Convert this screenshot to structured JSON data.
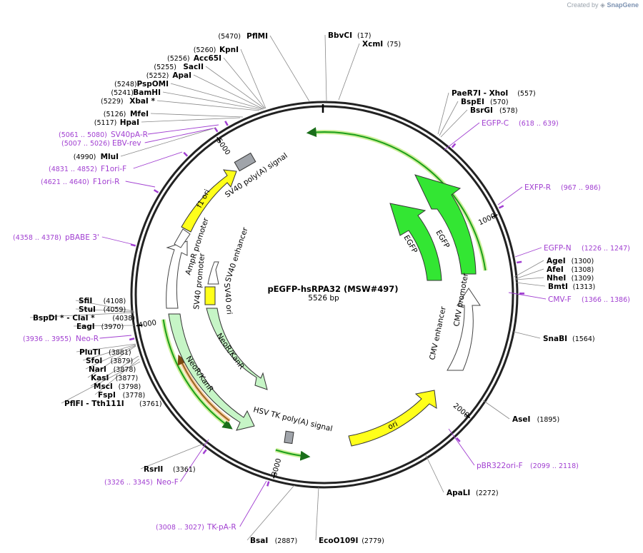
{
  "credit": {
    "prefix": "Created by",
    "brand": "SnapGene",
    "logo_icon": "snapgene-logo-icon"
  },
  "plasmid": {
    "name": "pEGFP-hsRPA32 (MSW#497)",
    "length": "5526 bp",
    "total_bp": 5526
  },
  "ticks": [
    {
      "bp": 1000,
      "label": "1000"
    },
    {
      "bp": 2000,
      "label": "2000"
    },
    {
      "bp": 3000,
      "label": "3000"
    },
    {
      "bp": 4000,
      "label": "4000"
    },
    {
      "bp": 5000,
      "label": "5000"
    }
  ],
  "enzymes": [
    {
      "name": "PflMI",
      "pos": "(5470)",
      "bp": 5470
    },
    {
      "name": "BbvCI",
      "pos": "(17)",
      "bp": 17
    },
    {
      "name": "XcmI",
      "pos": "(75)",
      "bp": 75
    },
    {
      "name": "KpnI",
      "pos": "(5260)",
      "bp": 5260
    },
    {
      "name": "Acc65I",
      "pos": "(5256)",
      "bp": 5256
    },
    {
      "name": "SacII",
      "pos": "(5255)",
      "bp": 5255
    },
    {
      "name": "ApaI",
      "pos": "(5252)",
      "bp": 5252
    },
    {
      "name": "PspOMI",
      "pos": "(5248)",
      "bp": 5248
    },
    {
      "name": "BamHI",
      "pos": "(5241)",
      "bp": 5241
    },
    {
      "name": "XbaI *",
      "pos": "(5229)",
      "bp": 5229
    },
    {
      "name": "MfeI",
      "pos": "(5126)",
      "bp": 5126
    },
    {
      "name": "HpaI",
      "pos": "(5117)",
      "bp": 5117
    },
    {
      "name": "MluI",
      "pos": "(4990)",
      "bp": 4990
    },
    {
      "name": "PaeR7I - XhoI",
      "pos": "(557)",
      "bp": 557
    },
    {
      "name": "BspEI",
      "pos": "(570)",
      "bp": 570
    },
    {
      "name": "BsrGI",
      "pos": "(578)",
      "bp": 578
    },
    {
      "name": "AgeI",
      "pos": "(1300)",
      "bp": 1300
    },
    {
      "name": "AfeI",
      "pos": "(1308)",
      "bp": 1308
    },
    {
      "name": "NheI",
      "pos": "(1309)",
      "bp": 1309
    },
    {
      "name": "BmtI",
      "pos": "(1313)",
      "bp": 1313
    },
    {
      "name": "SnaBI",
      "pos": "(1564)",
      "bp": 1564
    },
    {
      "name": "AseI",
      "pos": "(1895)",
      "bp": 1895
    },
    {
      "name": "ApaLI",
      "pos": "(2272)",
      "bp": 2272
    },
    {
      "name": "EcoO109I",
      "pos": "(2779)",
      "bp": 2779
    },
    {
      "name": "BsaI",
      "pos": "(2887)",
      "bp": 2887
    },
    {
      "name": "RsrII",
      "pos": "(3361)",
      "bp": 3361
    },
    {
      "name": "SfiI",
      "pos": "(4108)",
      "bp": 4108
    },
    {
      "name": "StuI",
      "pos": "(4059)",
      "bp": 4059
    },
    {
      "name": "BspDI * - ClaI *",
      "pos": "(4038)",
      "bp": 4038
    },
    {
      "name": "EagI",
      "pos": "(3970)",
      "bp": 3970
    },
    {
      "name": "PluTI",
      "pos": "(3881)",
      "bp": 3881
    },
    {
      "name": "SfoI",
      "pos": "(3879)",
      "bp": 3879
    },
    {
      "name": "NarI",
      "pos": "(3878)",
      "bp": 3878
    },
    {
      "name": "KasI",
      "pos": "(3877)",
      "bp": 3877
    },
    {
      "name": "MscI",
      "pos": "(3798)",
      "bp": 3798
    },
    {
      "name": "FspI",
      "pos": "(3778)",
      "bp": 3778
    },
    {
      "name": "PflFI - Tth111I",
      "pos": "(3761)",
      "bp": 3761
    }
  ],
  "primers": [
    {
      "name": "SV40pA-R",
      "range": "(5061 .. 5080)",
      "bp": 5070
    },
    {
      "name": "EBV-rev",
      "range": "(5007 .. 5026)",
      "bp": 5016
    },
    {
      "name": "F1ori-F",
      "range": "(4831 .. 4852)",
      "bp": 4841
    },
    {
      "name": "F1ori-R",
      "range": "(4621 .. 4640)",
      "bp": 4630
    },
    {
      "name": "pBABE 3'",
      "range": "(4358 .. 4378)",
      "bp": 4368
    },
    {
      "name": "Neo-R",
      "range": "(3936 .. 3955)",
      "bp": 3945
    },
    {
      "name": "Neo-F",
      "range": "(3326 .. 3345)",
      "bp": 3335
    },
    {
      "name": "TK-pA-R",
      "range": "(3008 .. 3027)",
      "bp": 3017
    },
    {
      "name": "EGFP-C",
      "range": "(618 .. 639)",
      "bp": 628
    },
    {
      "name": "EXFP-R",
      "range": "(967 .. 986)",
      "bp": 976
    },
    {
      "name": "EGFP-N",
      "range": "(1226 .. 1247)",
      "bp": 1236
    },
    {
      "name": "CMV-F",
      "range": "(1366 .. 1386)",
      "bp": 1376
    },
    {
      "name": "pBR322ori-F",
      "range": "(2099 .. 2118)",
      "bp": 2108
    }
  ],
  "features": [
    {
      "name": "EGFP",
      "color": "#33e633"
    },
    {
      "name": "EGFP",
      "color": "#33e633"
    },
    {
      "name": "CMV promoter",
      "color": "#ffffff"
    },
    {
      "name": "CMV enhancer",
      "color": "#ffffff"
    },
    {
      "name": "ori",
      "color": "#ffff1a"
    },
    {
      "name": "HSV TK poly(A) signal",
      "color": "#a0a4aa"
    },
    {
      "name": "NeoR/KanR",
      "color": "#c6f5c6"
    },
    {
      "name": "NeoR/KanR",
      "color": "#c6f5c6"
    },
    {
      "name": "SV40 ori",
      "color": "#ffff1a"
    },
    {
      "name": "SV40 enhancer",
      "color": "#ffffff"
    },
    {
      "name": "SV40 promoter",
      "color": "#ffffff"
    },
    {
      "name": "AmpR promoter",
      "color": "#ffffff"
    },
    {
      "name": "f1 ori",
      "color": "#ffff1a"
    },
    {
      "name": "SV40 poly(A) signal",
      "color": "#a0a4aa"
    }
  ],
  "colors": {
    "primer": "#a13fd1",
    "orf_green": "#1a9e1a",
    "orf_highlight": "#ccef99",
    "orf_orange": "#9a6420",
    "orf_orange_highlight": "#f7cfa0"
  }
}
